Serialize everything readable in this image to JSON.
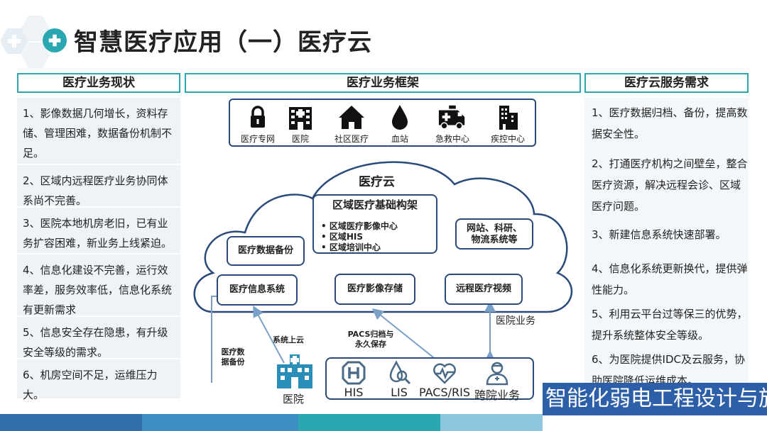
{
  "title": "智慧医疗应用（一）医疗云",
  "colors": {
    "accent": "#2aa7b0",
    "border": "#2a4a7a",
    "watermark_bg": "#2c5fa8"
  },
  "left": {
    "header": "医疗业务现状",
    "items": [
      "1、影像数据几何增长，资料存储、管理困难，数据备份机制不足。",
      "2、区域内远程医疗业务协同体系尚不完善。",
      "3、医院本地机房老旧，已有业务扩容困难，新业务上线紧迫。",
      "4、信息化建设不完善，运行效率差，服务效率低，信息化系统有更新需求",
      "5、信息安全存在隐患，有升级安全等级的需求。",
      "6、机房空间不足，运维压力大。"
    ]
  },
  "center": {
    "header": "医疗业务框架",
    "strip": [
      {
        "label": "医疗专网",
        "icon": "lock-icon"
      },
      {
        "label": "医院",
        "icon": "hospital-icon"
      },
      {
        "label": "社区医疗",
        "icon": "house-icon"
      },
      {
        "label": "血站",
        "icon": "blood-drop-icon"
      },
      {
        "label": "急救中心",
        "icon": "ambulance-icon"
      },
      {
        "label": "疾控中心",
        "icon": "building-icon"
      }
    ],
    "cloud_title": "医疗云",
    "infra_title": "区域医疗基础构架",
    "infra_items": [
      "区域医疗影像中心",
      "区域HIS",
      "区域培训中心"
    ],
    "box_web": "网站、科研、物流系统等",
    "box_backup": "医疗数据备份",
    "box_info": "医疗信息系统",
    "box_image": "医疗影像存储",
    "box_remote": "远程医疗视频",
    "label_hospital_biz": "医院业务",
    "label_backup": "医疗数据备份",
    "label_upload": "系统上云",
    "label_pacs": "PACS归档与永久保存",
    "hospital_label": "医院",
    "bottom": [
      {
        "label": "HIS",
        "icon": "his-icon"
      },
      {
        "label": "LIS",
        "icon": "lis-icon"
      },
      {
        "label": "PACS/RIS",
        "icon": "heart-pulse-icon"
      },
      {
        "label": "跨院业务",
        "icon": "doctor-icon"
      }
    ]
  },
  "right": {
    "header": "医疗云服务需求",
    "items": [
      "1、医疗数据归档、备份，提高数据安全性。",
      "2、打通医疗机构之间壁垒，整合医疗资源，解决远程会诊、区域医疗问题。",
      "3、新建信息系统快速部署。",
      "4、信息化系统更新换代，提供弹性能力。",
      "5、利用云平台过等保三的优势，提升系统整体安全等级。",
      "6、为医院提供IDC及云服务，协助医院降低运维成本。"
    ]
  },
  "watermark": "智能化弱电工程设计与施工"
}
